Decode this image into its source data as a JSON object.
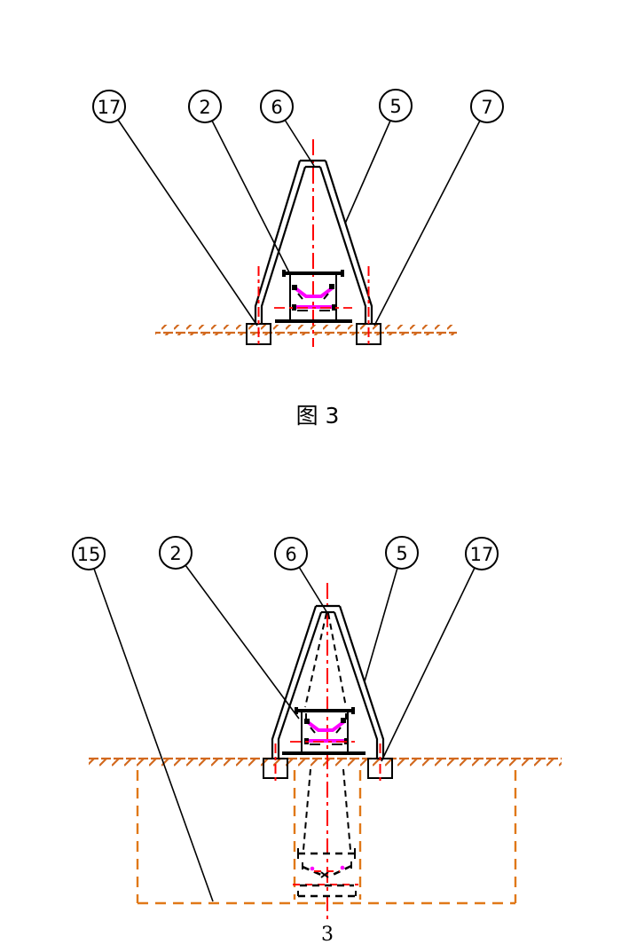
{
  "page": {
    "background": "#ffffff"
  },
  "colors": {
    "line": "#000000",
    "centerline_red": "#ff0000",
    "ground_hatch_orange": "#d2691e",
    "pit_outline_orange": "#e07818",
    "idler_magenta": "#ff00ff",
    "callout_fill": "#ffffff"
  },
  "figure3": {
    "caption": "图 3",
    "callouts": [
      {
        "label": "17",
        "points_to": "left-anchor-block"
      },
      {
        "label": "2",
        "points_to": "idler-box"
      },
      {
        "label": "6",
        "points_to": "frame-apex"
      },
      {
        "label": "5",
        "points_to": "right-leg"
      },
      {
        "label": "7",
        "points_to": "right-anchor-block"
      }
    ]
  },
  "figure4": {
    "bottom_label": "3",
    "callouts": [
      {
        "label": "15",
        "points_to": "pit-outline"
      },
      {
        "label": "2",
        "points_to": "idler-box"
      },
      {
        "label": "6",
        "points_to": "frame-apex"
      },
      {
        "label": "5",
        "points_to": "right-leg"
      },
      {
        "label": "17",
        "points_to": "right-anchor-block"
      }
    ]
  }
}
